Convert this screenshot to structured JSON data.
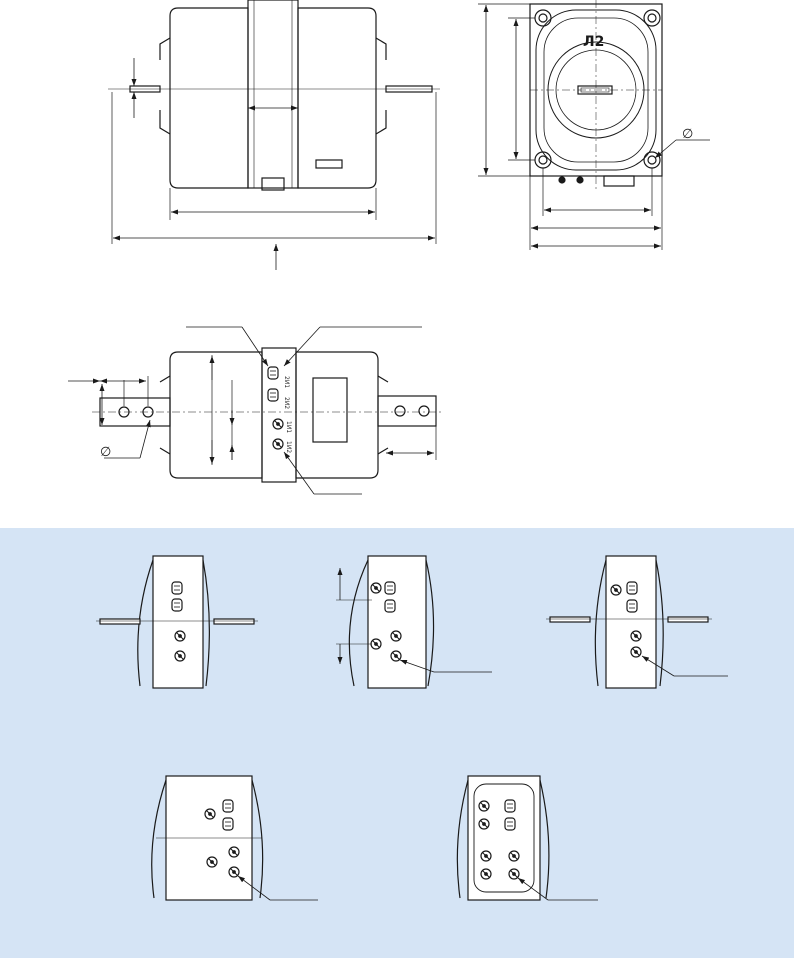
{
  "drawing": {
    "housing_mark": "Л2",
    "diameter_symbol_right": "∅",
    "diameter_symbol_left": "∅",
    "terminal_marks": [
      "2И1",
      "2И2",
      "1И1",
      "1И2"
    ],
    "band_color": "#d5e4f5",
    "line_color": "#1a1a1a"
  }
}
